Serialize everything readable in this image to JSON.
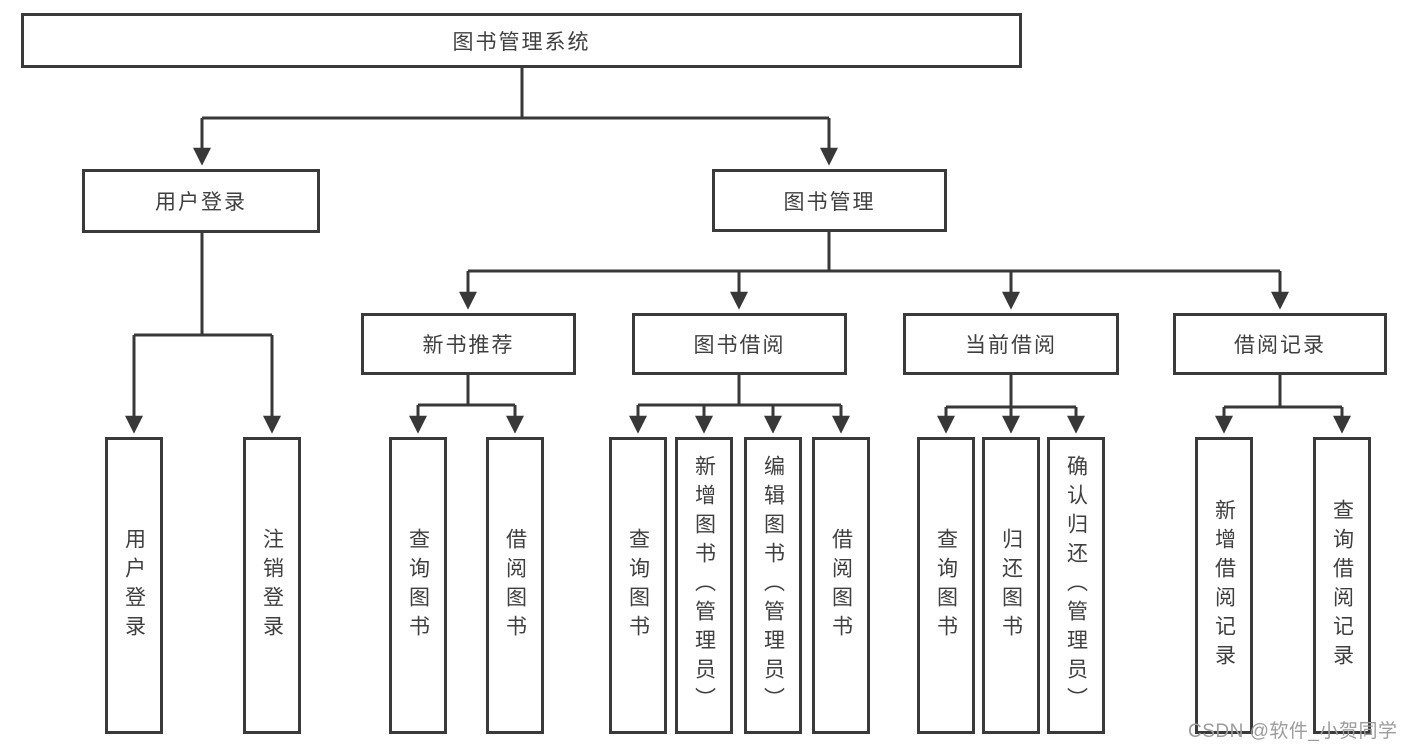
{
  "tree": {
    "root": {
      "label": "图书管理系统",
      "children": [
        {
          "label": "用户登录",
          "children": [
            {
              "label": "用户登录"
            },
            {
              "label": "注销登录"
            }
          ]
        },
        {
          "label": "图书管理",
          "children": [
            {
              "label": "新书推荐",
              "children": [
                {
                  "label": "查询图书"
                },
                {
                  "label": "借阅图书"
                }
              ]
            },
            {
              "label": "图书借阅",
              "children": [
                {
                  "label": "查询图书"
                },
                {
                  "label": "新增图书（管理员）"
                },
                {
                  "label": "编辑图书（管理员）"
                },
                {
                  "label": "借阅图书"
                }
              ]
            },
            {
              "label": "当前借阅",
              "children": [
                {
                  "label": "查询图书"
                },
                {
                  "label": "归还图书"
                },
                {
                  "label": "确认归还（管理员）"
                }
              ]
            },
            {
              "label": "借阅记录",
              "children": [
                {
                  "label": "新增借阅记录"
                },
                {
                  "label": "查询借阅记录"
                }
              ]
            }
          ]
        }
      ]
    }
  },
  "watermark": {
    "text": "CSDN @软件_小贺同学"
  },
  "colors": {
    "line": "#383838",
    "box-border": "#3a3a3a",
    "text": "#3f3f3f",
    "watermark": "#9c9c9c",
    "background": "#ffffff"
  }
}
